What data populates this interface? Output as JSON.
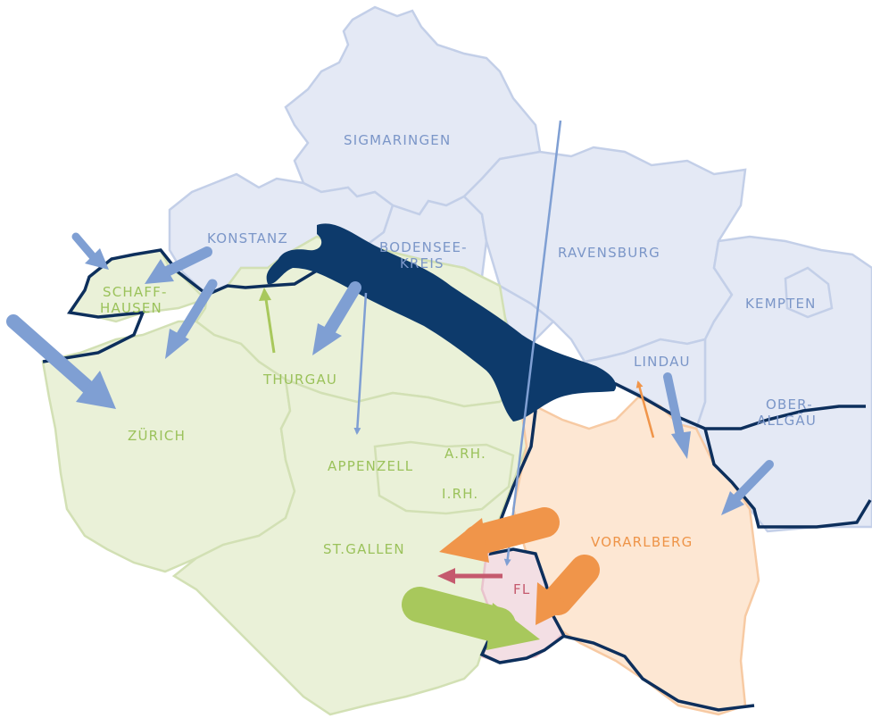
{
  "colors": {
    "german_fill": "#e4e9f5",
    "german_line": "#c3cfe8",
    "swiss_fill": "#eaf1d8",
    "swiss_line": "#d2e0b4",
    "austria_fill": "#fde7d3",
    "liechtenstein_fill": "#f3dfe4",
    "lake": "#0d3a6b",
    "border": "#0d2f5c",
    "blue_text": "#7b96c8",
    "green_text": "#9bc25b",
    "orange_text": "#ee9448",
    "fl_text": "#c55a6e",
    "arrow_blue": "#7f9fd3",
    "arrow_green": "#a8c85c",
    "arrow_orange": "#f0954a",
    "arrow_red": "#c55a6e"
  },
  "regions": {
    "sigmaringen": "SIGMARINGEN",
    "konstanz": "KONSTANZ",
    "bodensee_line1": "BODENSEE-",
    "bodensee_line2": "KREIS",
    "ravensburg": "RAVENSBURG",
    "kempten": "KEMPTEN",
    "lindau": "LINDAU",
    "oberallgaeu_line1": "OBER-",
    "oberallgaeu_line2": "ALLGÄU",
    "schaffhausen_line1": "SCHAFF-",
    "schaffhausen_line2": "HAUSEN",
    "thurgau": "THURGAU",
    "zuerich": "ZÜRICH",
    "appenzell": "APPENZELL",
    "arh": "A.RH.",
    "irh": "I.RH.",
    "stgallen": "ST.GALLEN",
    "vorarlberg": "VORARLBERG",
    "fl": "FL"
  }
}
